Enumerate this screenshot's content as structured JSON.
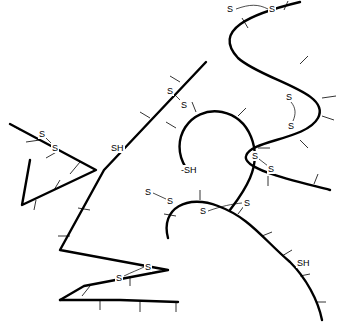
{
  "diagram": {
    "labels": [
      "S",
      "S",
      "S",
      "S",
      "S",
      "S",
      "S",
      "S",
      "S",
      "S",
      "SH",
      "-SH",
      "S",
      "S",
      "S",
      "S",
      "S",
      "S",
      "SH"
    ]
  }
}
